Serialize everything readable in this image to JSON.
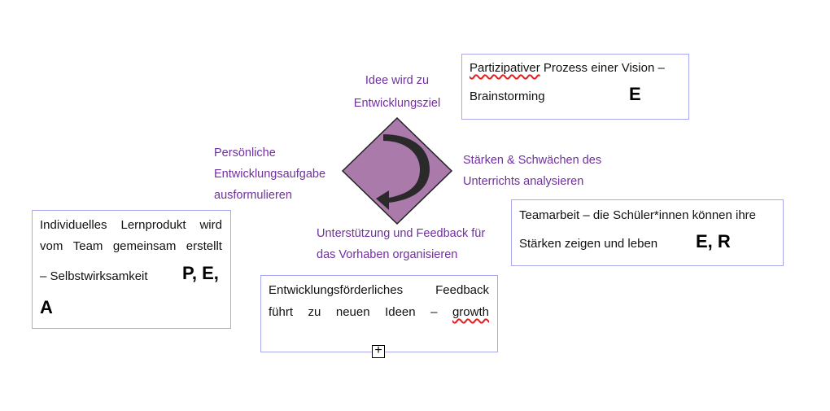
{
  "center": {
    "icon": "cycle-arrow-icon",
    "fill": "#a97aaa",
    "labels": {
      "top": [
        "Idee wird zu",
        "Entwicklungsziel"
      ],
      "left": [
        "Persönliche",
        "Entwicklungsaufgabe",
        "ausformulieren"
      ],
      "right": [
        "Stärken & Schwächen des",
        "Unterrichts analysieren"
      ],
      "bottom": [
        "Unterstützung und Feedback für",
        "das Vorhaben organisieren"
      ]
    }
  },
  "boxes": {
    "vision": {
      "word1": "Partizipativer",
      "line1_rest": " Prozess einer Vision –",
      "line2": "Brainstorming",
      "tag": "E"
    },
    "team": {
      "line1": "Teamarbeit – die Schüler*innen können ihre",
      "line2": "Stärken zeigen und leben",
      "tag": "E, R"
    },
    "individual": {
      "line1": [
        "Individuelles",
        "Lernprodukt",
        "wird"
      ],
      "line2": [
        "vom",
        "Team",
        "gemeinsam",
        "erstellt"
      ],
      "line3": "– Selbstwirksamkeit",
      "tag1": "P, E,",
      "tag2": "A"
    },
    "feedback": {
      "line1": [
        "Entwicklungsförderliches",
        "Feedback"
      ],
      "line2": [
        "führt",
        "zu",
        "neuen",
        "Ideen",
        "–"
      ],
      "line2_last": "growth"
    }
  },
  "colors": {
    "label": "#7030a0",
    "border": "#a8a8ee"
  }
}
